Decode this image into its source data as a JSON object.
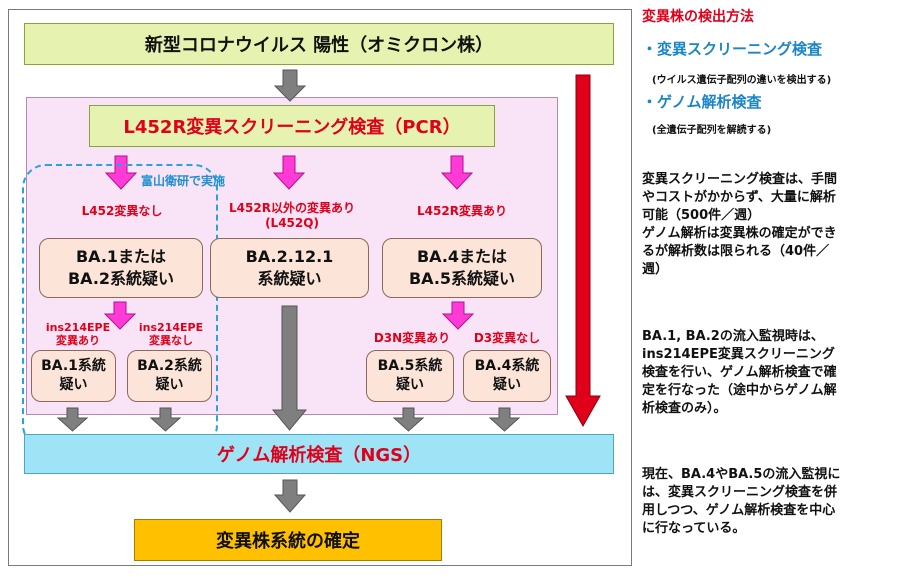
{
  "main_title": "新型コロナウイルス 陽性（オミクロン株）",
  "screening": "L452R変異スクリーニング検査（PCR）",
  "toyama_label": "富山衛研で実施",
  "branches": {
    "left": {
      "label": "L452変異なし",
      "box_line1": "BA.1または",
      "box_line2": "BA.2系統疑い"
    },
    "middle": {
      "label_line1": "L452R以外の変異あり",
      "label_line2": "(L452Q)",
      "box_line1": "BA.2.12.1",
      "box_line2": "系統疑い"
    },
    "right": {
      "label": "L452R変異あり",
      "box_line1": "BA.4または",
      "box_line2": "BA.5系統疑い"
    }
  },
  "sub_left": [
    {
      "label_line1": "ins214EPE",
      "label_line2": "変異あり",
      "box_line1": "BA.1系統",
      "box_line2": "疑い"
    },
    {
      "label_line1": "ins214EPE",
      "label_line2": "変異なし",
      "box_line1": "BA.2系統",
      "box_line2": "疑い"
    }
  ],
  "sub_right": [
    {
      "label": "D3N変異あり",
      "box_line1": "BA.5系統",
      "box_line2": "疑い"
    },
    {
      "label": "D3変異なし",
      "box_line1": "BA.4系統",
      "box_line2": "疑い"
    }
  ],
  "ngs": "ゲノム解析検査（NGS）",
  "final": "変異株系統の確定",
  "sidebar": {
    "heading": "変異株の検出方法",
    "method1": "・変異スクリーニング検査",
    "method1_note": "(ウイルス遺伝子配列の違いを検出する)",
    "method2": "・ゲノム解析検査",
    "method2_note": "(全遺伝子配列を解読する)",
    "para1": [
      "変異スクリーニング検査は、手間",
      "やコストがかからず、大量に解析",
      "可能（500件／週）",
      "ゲノム解析は変異株の確定ができ",
      "るが解析数は限られる（40件／",
      "週）"
    ],
    "para2": [
      "BA.1, BA.2の流入監視時は、",
      "ins214EPE変異スクリーニング",
      "検査を行い、ゲノム解析検査で確",
      "定を行なった（途中からゲノム解",
      "析検査のみ）。"
    ],
    "para3": [
      "現在、BA.4やBA.5の流入監視に",
      "は、変異スクリーニング検査を併",
      "用しつつ、ゲノム解析検査を中心",
      "に行なっている。"
    ]
  },
  "colors": {
    "red": "#e0001a",
    "blue": "#1a86c9",
    "magenta_arrow": "#ff3ad6",
    "gray_arrow": "#7f7f7f",
    "pale_green": "#e6f3b0",
    "pink_panel": "#f9e3f6",
    "cyan": "#9ee3f6",
    "orange": "#ffc000",
    "peach": "#fce5d8"
  }
}
